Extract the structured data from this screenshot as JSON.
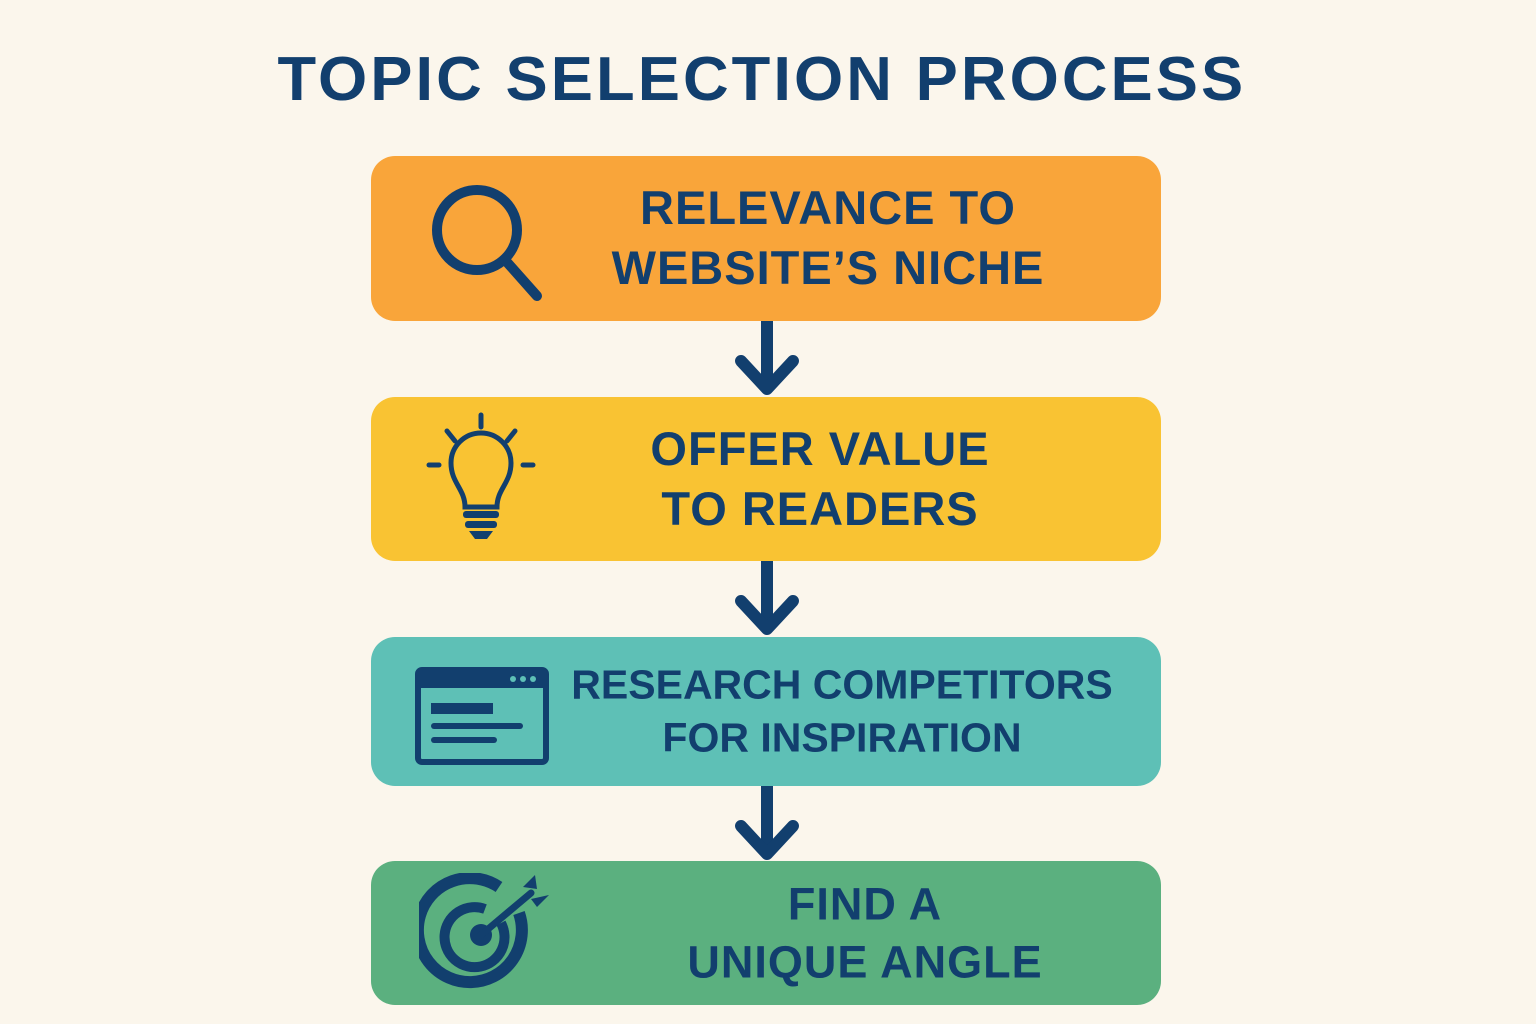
{
  "title": "TOPIC SELECTION PROCESS",
  "colors": {
    "background": "#FBF6EC",
    "text": "#123F6E",
    "step1": "#F9A53A",
    "step2": "#F9C333",
    "step3": "#5EC0B6",
    "step4": "#5BB07F"
  },
  "steps": [
    {
      "icon": "magnifying-glass-icon",
      "line1": "RELEVANCE TO",
      "line2": "WEBSITE’S NICHE"
    },
    {
      "icon": "lightbulb-icon",
      "line1": "OFFER VALUE",
      "line2": "TO READERS"
    },
    {
      "icon": "browser-window-icon",
      "line1": "RESEARCH COMPETITORS",
      "line2": "FOR INSPIRATION"
    },
    {
      "icon": "target-arrow-icon",
      "line1": "FIND A",
      "line2": "UNIQUE ANGLE"
    }
  ]
}
